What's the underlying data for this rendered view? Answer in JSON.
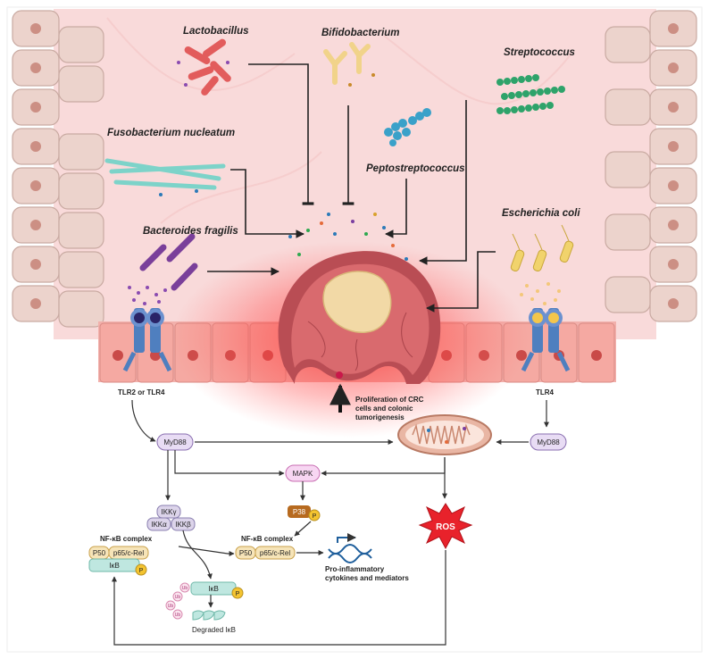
{
  "bacteria": {
    "lactobacillus": "Lactobacillus",
    "bifidobacterium": "Bifidobacterium",
    "streptococcus": "Streptococcus",
    "fusobacterium": "Fusobacterium nucleatum",
    "peptostreptococcus": "Peptostreptococcus",
    "escherichia": "Escherichia coli",
    "bacteroides": "Bacteroides fragilis"
  },
  "receptors": {
    "left": "TLR2 or TLR4",
    "right": "TLR4"
  },
  "tumor_note": [
    "Proliferation of CRC",
    "cells and colonic",
    "tumorigenesis"
  ],
  "pathway": {
    "myd88_left": "MyD88",
    "myd88_right": "MyD88",
    "mapk": "MAPK",
    "ikk_gamma": "IKKγ",
    "ikk_alpha": "IKKα",
    "ikk_beta": "IKKβ",
    "p38": "P38",
    "p": "P",
    "nfkb_complex_left": "NF-κB complex",
    "nfkb_complex_right": "NF-κB complex",
    "p50": "P50",
    "p65": "p65/c-Rel",
    "ikb": "IκB",
    "ub": "Ub",
    "degraded_ikb": "Degraded IκB",
    "ros": "ROS",
    "cytokines": [
      "Pro-inflammatory",
      "cytokines and mediators"
    ]
  },
  "colors": {
    "lumen": "#f9dada",
    "epithelium": "#f2b0ab",
    "tumor": "#d96a6e",
    "tumor_core": "#f2d9a6",
    "receptor": "#4f7fbf",
    "ros": "#e8222b",
    "myd88": "#e8dcf4",
    "mapk": "#f7d6f2"
  }
}
